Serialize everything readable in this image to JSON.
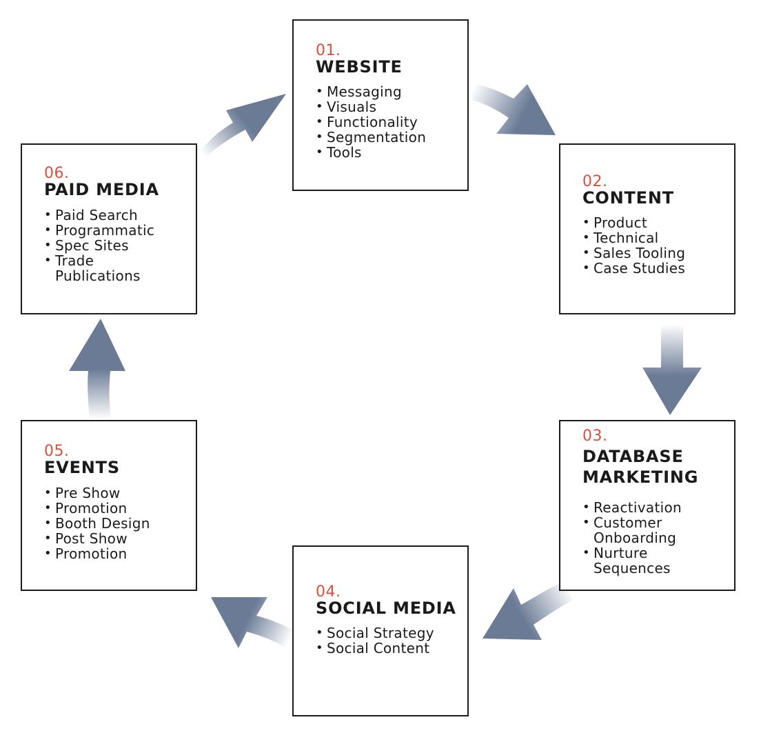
{
  "steps": [
    {
      "number": "01.",
      "title": "WEBSITE",
      "items": [
        "Messaging",
        "Visuals",
        "Functionality",
        "Segmentation",
        "Tools"
      ]
    },
    {
      "number": "02.",
      "title": "CONTENT",
      "items": [
        "Product",
        "Technical",
        "Sales Tooling",
        "Case Studies"
      ]
    },
    {
      "number": "03.",
      "title_lines": [
        "DATABASE",
        "MARKETING"
      ],
      "items": [
        "Reactivation",
        "Customer Onboarding",
        "Nurture Sequences"
      ]
    },
    {
      "number": "04.",
      "title": "SOCIAL MEDIA",
      "items": [
        "Social Strategy",
        "Social Content"
      ]
    },
    {
      "number": "05.",
      "title": "EVENTS",
      "items": [
        "Pre Show",
        "Promotion",
        "Booth Design",
        "Post Show",
        "Promotion"
      ]
    },
    {
      "number": "06.",
      "title": "PAID MEDIA",
      "items": [
        "Paid Search",
        "Programmatic",
        "Spec Sites",
        "Trade Publications"
      ]
    }
  ],
  "colors": {
    "number": "#d9503f",
    "arrow": "#6b7b96",
    "border": "#1a1a1a"
  }
}
